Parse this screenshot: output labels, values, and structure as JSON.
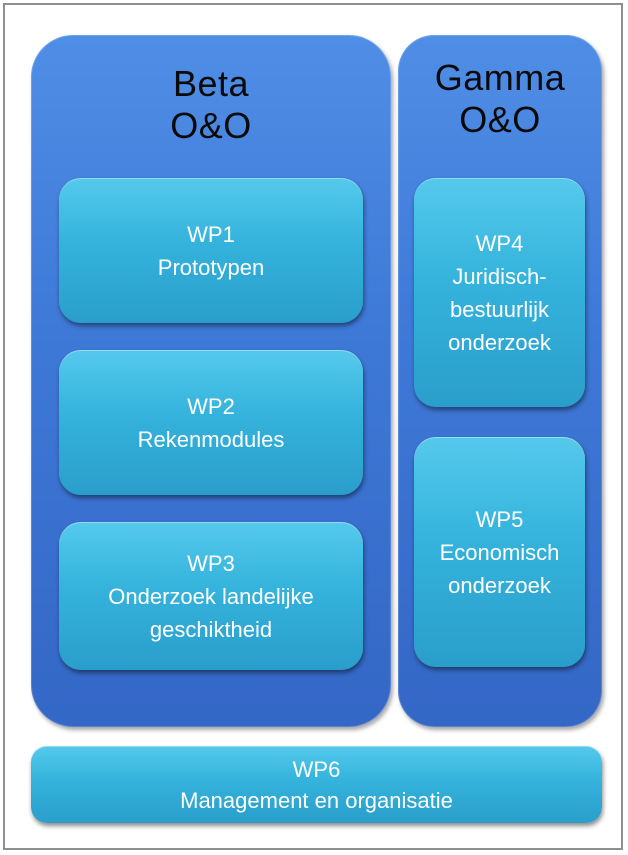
{
  "beta": {
    "title_line1": "Beta",
    "title_line2": "O&O",
    "wp1": {
      "code": "WP1",
      "lines": [
        "Prototypen"
      ]
    },
    "wp2": {
      "code": "WP2",
      "lines": [
        "Rekenmodules"
      ]
    },
    "wp3": {
      "code": "WP3",
      "lines": [
        "Onderzoek landelijke",
        "geschiktheid"
      ]
    }
  },
  "gamma": {
    "title_line1": "Gamma",
    "title_line2": "O&O",
    "wp4": {
      "code": "WP4",
      "lines": [
        "Juridisch-",
        "bestuurlijk",
        "onderzoek"
      ]
    },
    "wp5": {
      "code": "WP5",
      "lines": [
        "Economisch",
        "onderzoek"
      ]
    }
  },
  "wp6": {
    "code": "WP6",
    "lines": [
      "Management en organisatie"
    ]
  },
  "colors": {
    "panel_blue": "#3f7ad8",
    "box_cyan": "#34b3dc",
    "frame_gray": "#8f8f8f"
  }
}
